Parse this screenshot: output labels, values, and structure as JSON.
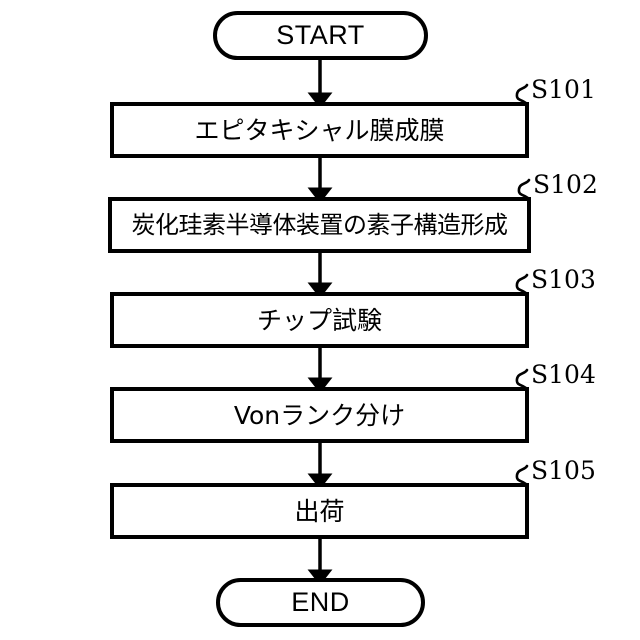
{
  "diagram": {
    "title": "",
    "type": "flowchart",
    "orientation": "vertical",
    "colors": {
      "stroke": "#000000",
      "background": "#ffffff",
      "text": "#000000"
    },
    "start_node": {
      "label": "START",
      "shape": "stadium"
    },
    "end_node": {
      "label": "END",
      "shape": "stadium"
    },
    "steps": [
      {
        "id": "S101",
        "label": "エピタキシャル膜成膜",
        "shape": "rectangle",
        "wide": false
      },
      {
        "id": "S102",
        "label": "炭化珪素半導体装置の素子構造形成",
        "shape": "rectangle",
        "wide": true
      },
      {
        "id": "S103",
        "label": "チップ試験",
        "shape": "rectangle",
        "wide": false
      },
      {
        "id": "S104",
        "label": "Vonランク分け",
        "shape": "rectangle",
        "wide": false
      },
      {
        "id": "S105",
        "label": "出荷",
        "shape": "rectangle",
        "wide": false
      }
    ],
    "connectors": [
      {
        "from": "START",
        "to": "S101",
        "arrow": "down"
      },
      {
        "from": "S101",
        "to": "S102",
        "arrow": "down"
      },
      {
        "from": "S102",
        "to": "S103",
        "arrow": "down"
      },
      {
        "from": "S103",
        "to": "S104",
        "arrow": "down"
      },
      {
        "from": "S104",
        "to": "S105",
        "arrow": "down"
      },
      {
        "from": "S105",
        "to": "END",
        "arrow": "down"
      }
    ]
  }
}
